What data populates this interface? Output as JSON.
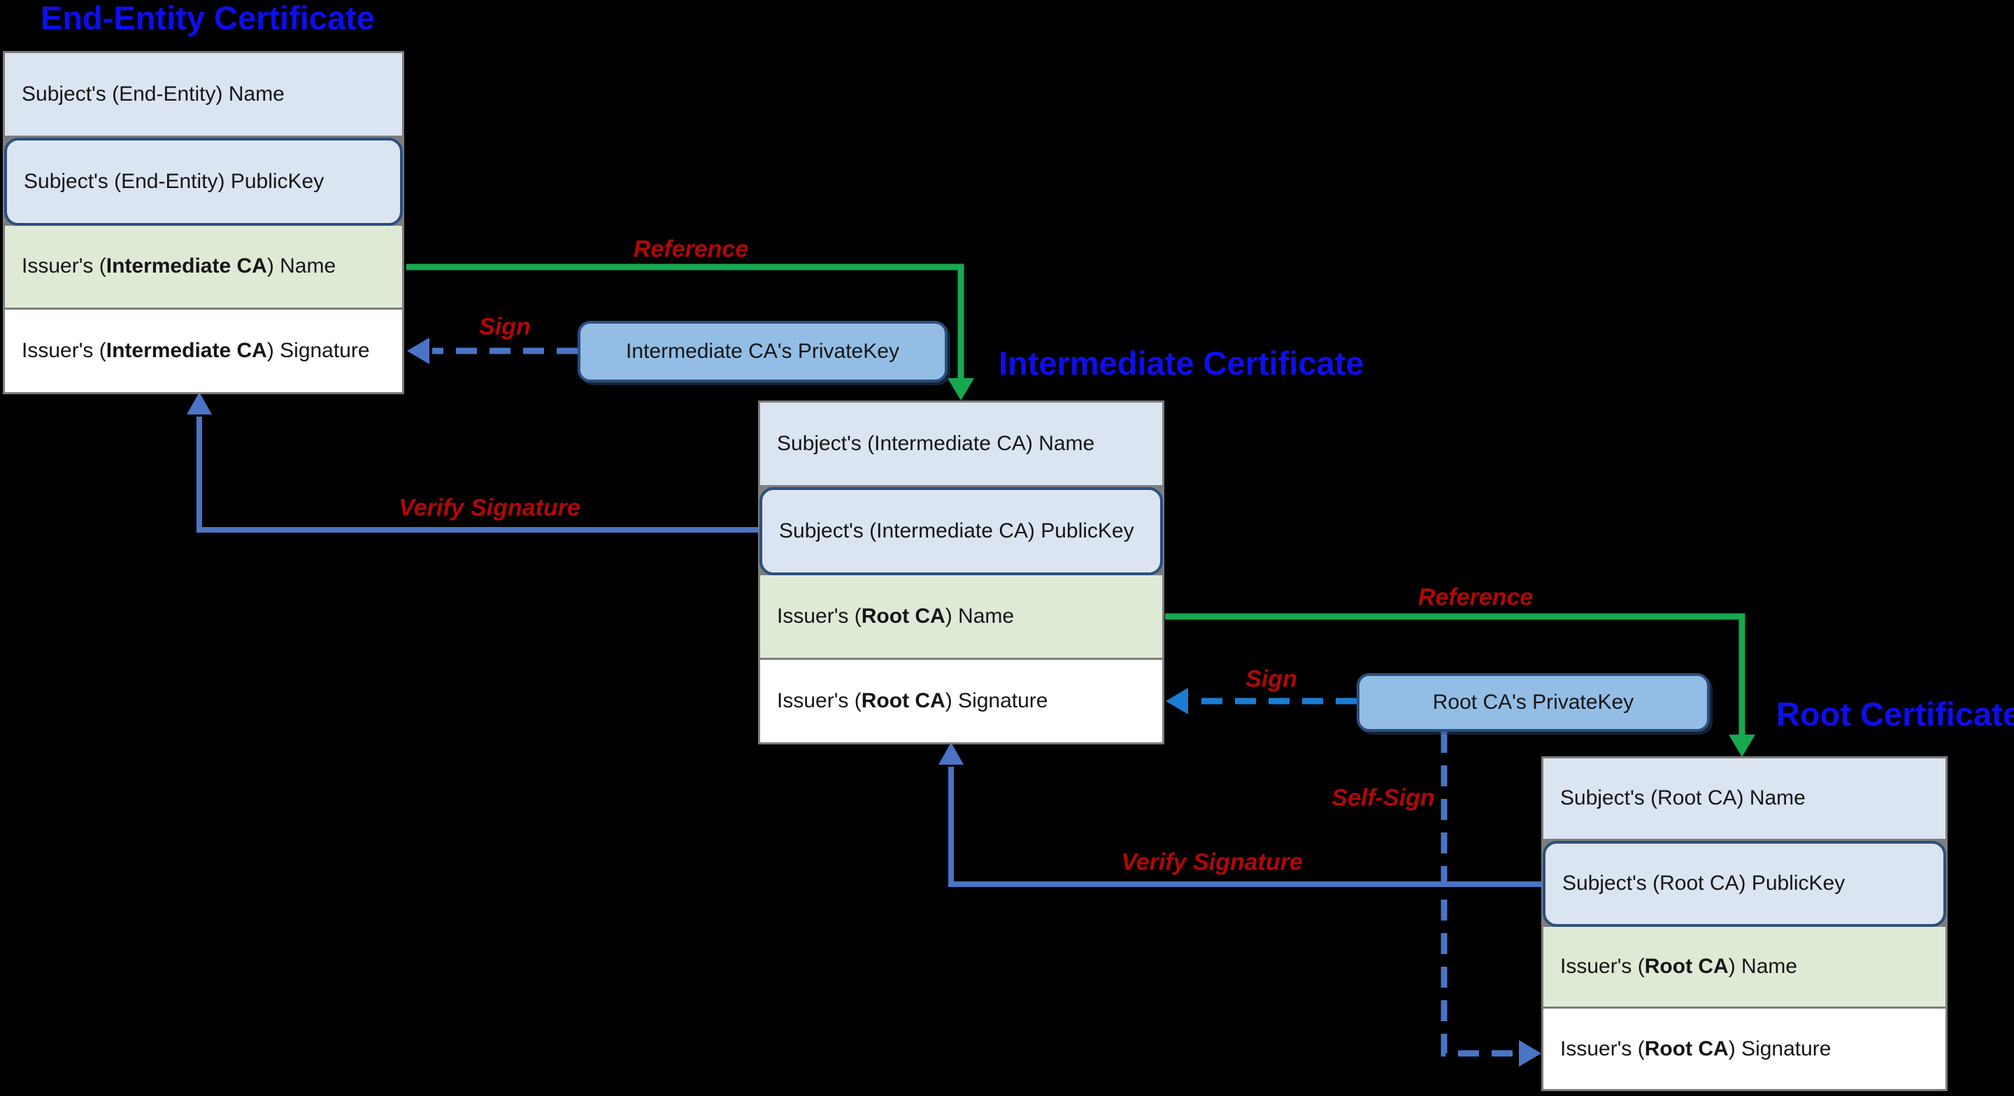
{
  "colors": {
    "title_blue": "#0e0eee",
    "label_red": "#b00808",
    "reference_green": "#17a94f",
    "verify_blue": "#4a74c6",
    "sign_blue": "#4a74c6",
    "sign_azure": "#1b7dd2",
    "row_blue": "#dbe5f1",
    "row_green": "#dfead6",
    "row_white": "#ffffff",
    "pubkey_border": "#2c4e81",
    "key_fill": "#93bde5",
    "key_border": "#2c4e81",
    "box_border": "#7d7d7d",
    "row_text": "#151515"
  },
  "certificates": [
    {
      "title": "End-Entity Certificate",
      "rows": [
        {
          "pre": "Subject's (End-Entity) Name",
          "bold": "",
          "post": ""
        },
        {
          "pre": "Subject's (End-Entity) PublicKey",
          "bold": "",
          "post": ""
        },
        {
          "pre": "Issuer's (",
          "bold": "Intermediate CA",
          "post": ") Name"
        },
        {
          "pre": "Issuer's (",
          "bold": "Intermediate CA",
          "post": ") Signature"
        }
      ]
    },
    {
      "title": "Intermediate Certificate",
      "rows": [
        {
          "pre": "Subject's (Intermediate CA) Name",
          "bold": "",
          "post": ""
        },
        {
          "pre": "Subject's (Intermediate CA) PublicKey",
          "bold": "",
          "post": ""
        },
        {
          "pre": "Issuer's (",
          "bold": "Root CA",
          "post": ") Name"
        },
        {
          "pre": "Issuer's (",
          "bold": "Root CA",
          "post": ") Signature"
        }
      ]
    },
    {
      "title": "Root Certificate",
      "rows": [
        {
          "pre": "Subject's (Root CA) Name",
          "bold": "",
          "post": ""
        },
        {
          "pre": "Subject's (Root CA) PublicKey",
          "bold": "",
          "post": ""
        },
        {
          "pre": "Issuer's (",
          "bold": "Root CA",
          "post": ") Name"
        },
        {
          "pre": "Issuer's (",
          "bold": "Root CA",
          "post": ") Signature"
        }
      ]
    }
  ],
  "keys": [
    {
      "label": "Intermediate CA's PrivateKey"
    },
    {
      "label": "Root CA's PrivateKey"
    }
  ],
  "arrows": {
    "reference1": "Reference",
    "sign1": "Sign",
    "verify1": "Verify Signature",
    "reference2": "Reference",
    "sign2": "Sign",
    "selfsign": "Self-Sign",
    "verify2": "Verify Signature"
  }
}
